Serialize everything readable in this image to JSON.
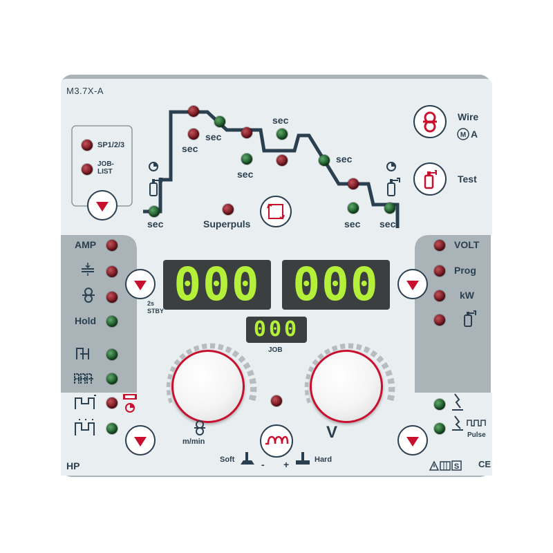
{
  "panel": {
    "model": "M3.7X-A",
    "hp_label": "HP",
    "colors": {
      "panel": "#e9eef1",
      "gray": "#a9b3b8",
      "dark": "#2a3f4f",
      "accent": "#c8102e",
      "display_on": "#b4f03a",
      "display_bg": "#3b3f3f"
    }
  },
  "top": {
    "sp_label": "SP1/2/3",
    "job_list_label": "JOB-\nLIST",
    "sec_labels": [
      "sec",
      "sec",
      "sec",
      "sec",
      "sec",
      "sec",
      "sec",
      "sec"
    ],
    "superpuls_label": "Superpuls",
    "wire_label": "Wire",
    "ma_label": "A",
    "test_label": "Test"
  },
  "left": {
    "amp_label": "AMP",
    "hold_label": "Hold",
    "stby_label": "2s\nSTBY"
  },
  "right": {
    "volt_label": "VOLT",
    "prog_label": "Prog",
    "kw_label": "kW",
    "pulse_label": "Pulse"
  },
  "displays": {
    "left_value": "000",
    "right_value": "000",
    "job_value": "000",
    "job_label": "JOB"
  },
  "bottom": {
    "mmin_label": "m/min",
    "v_label": "V",
    "soft_label": "Soft",
    "hard_label": "Hard",
    "minus": "-",
    "plus": "+",
    "ce_label": "CE"
  }
}
